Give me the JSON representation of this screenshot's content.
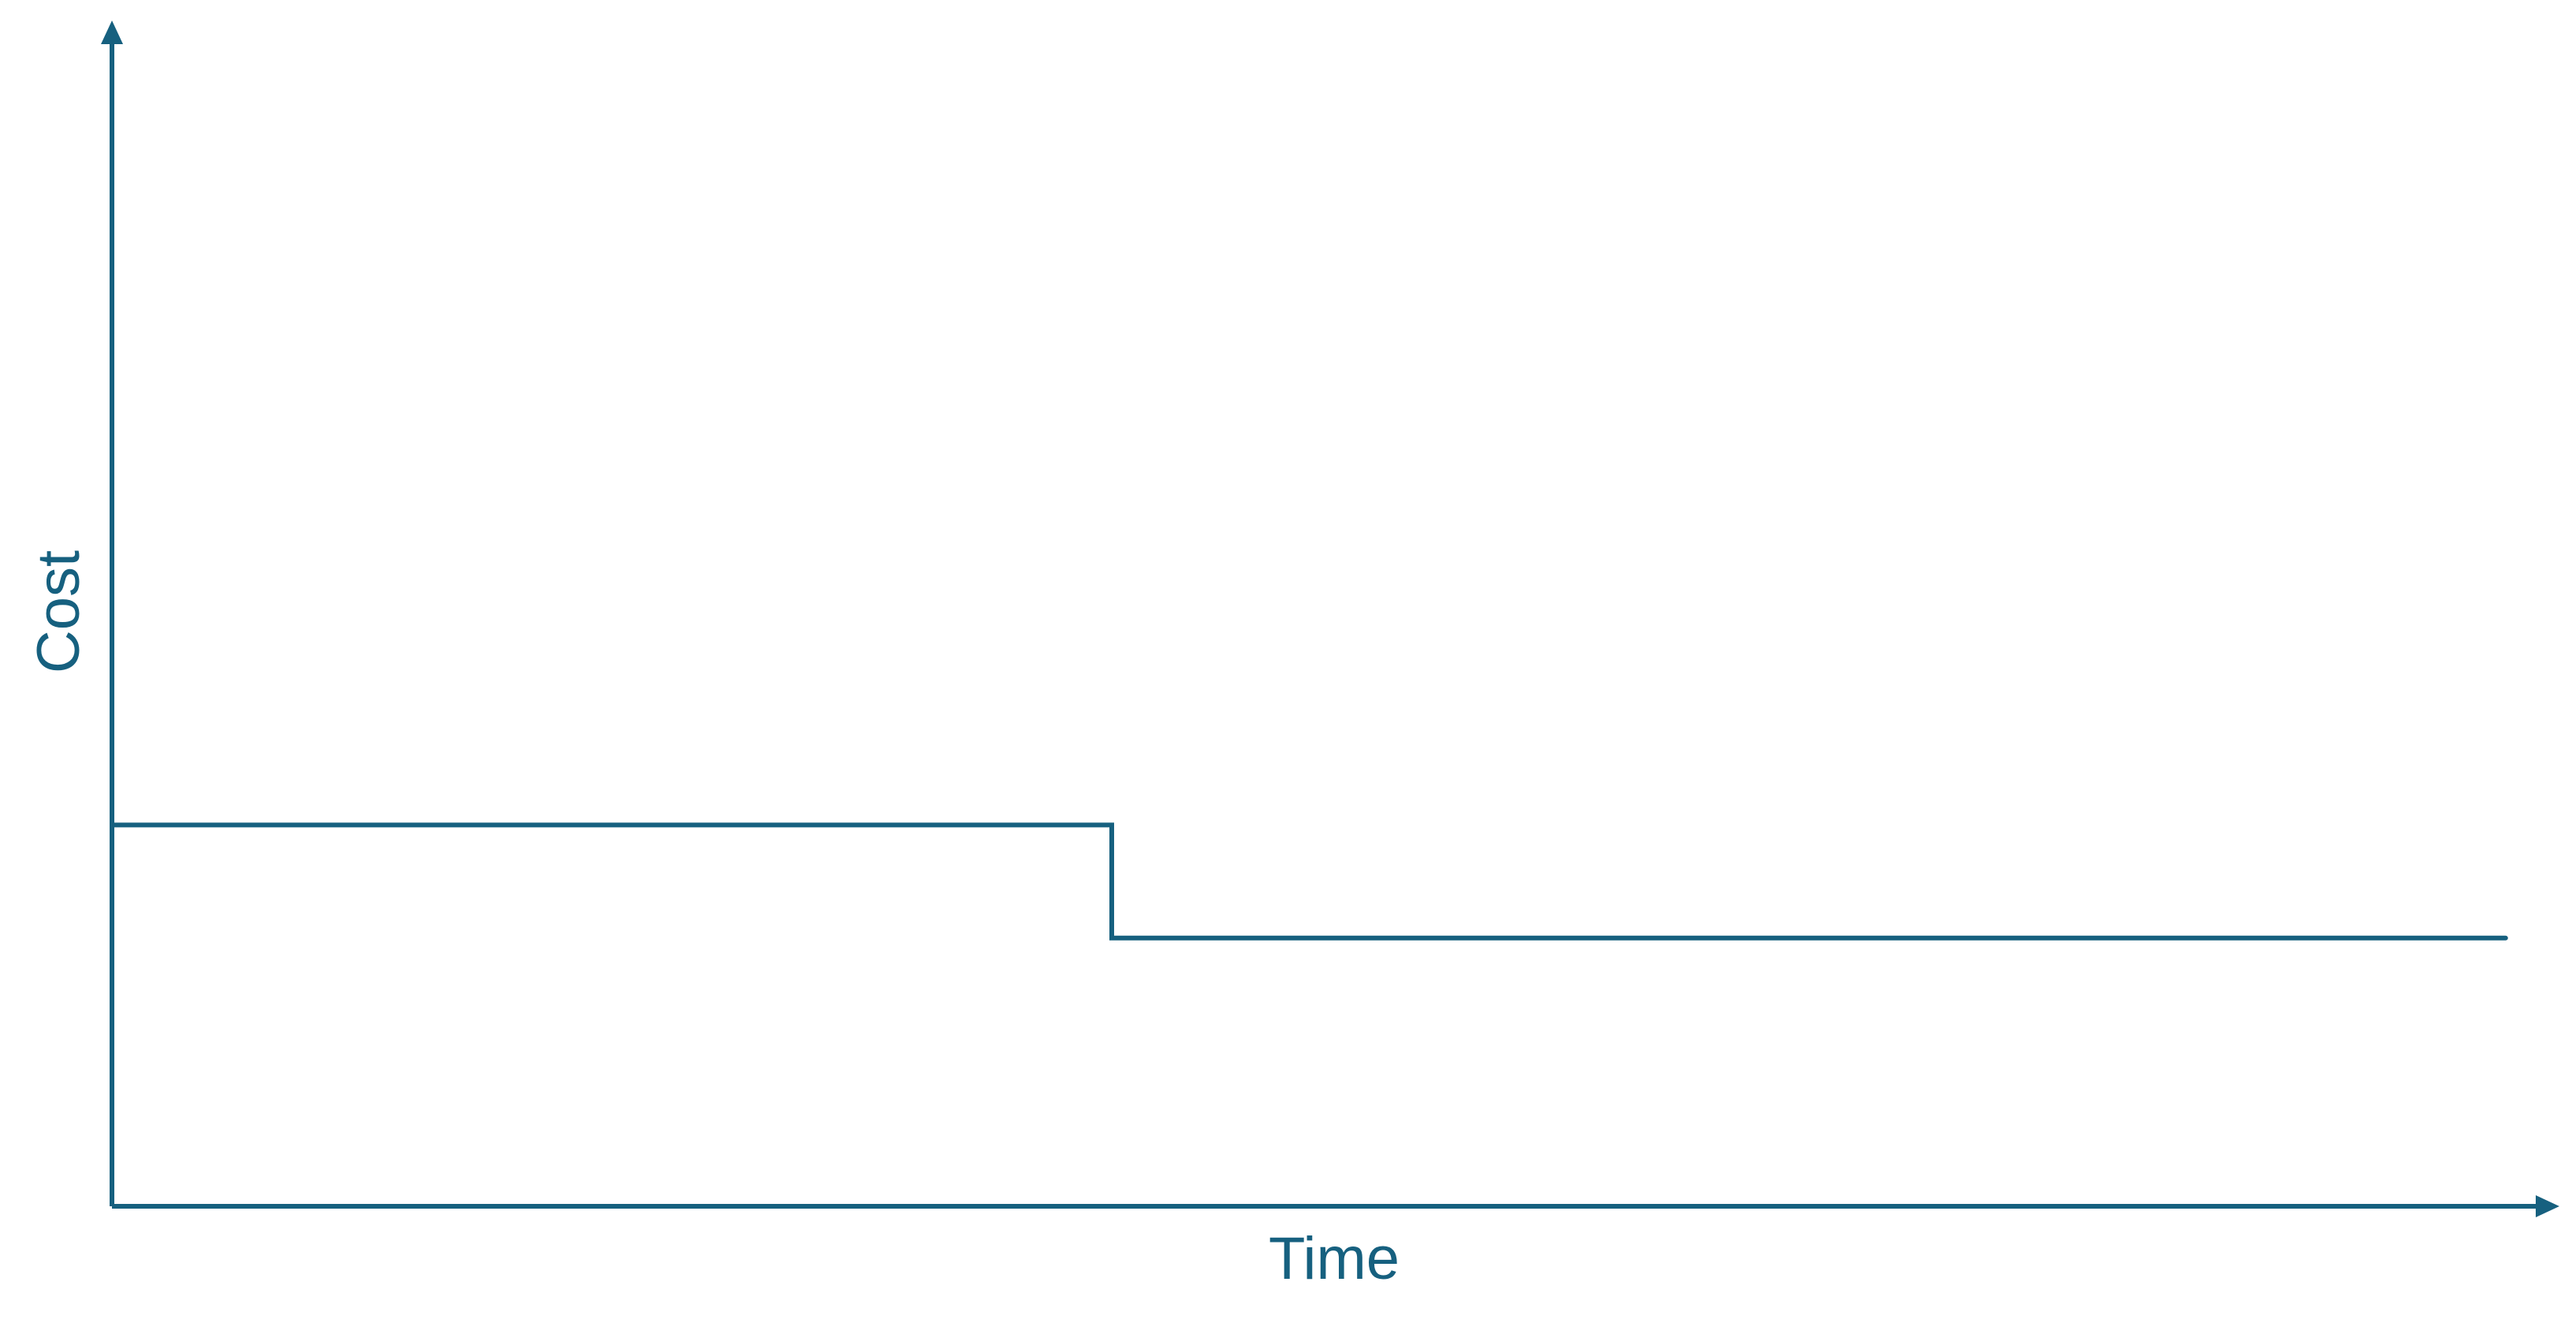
{
  "chart_data": {
    "type": "line",
    "step": true,
    "title": "",
    "xlabel": "Time",
    "ylabel": "Cost",
    "tick_labels": false,
    "grid": false,
    "axis_arrows": true,
    "xlim": [
      0,
      100
    ],
    "ylim": [
      0,
      100
    ],
    "series": [
      {
        "x": [
          0,
          41.6,
          41.6,
          99.6
        ],
        "y": [
          32.7,
          32.7,
          23.0,
          23.0
        ]
      }
    ]
  },
  "colors": {
    "line": "#16607f",
    "background": "#ffffff"
  }
}
